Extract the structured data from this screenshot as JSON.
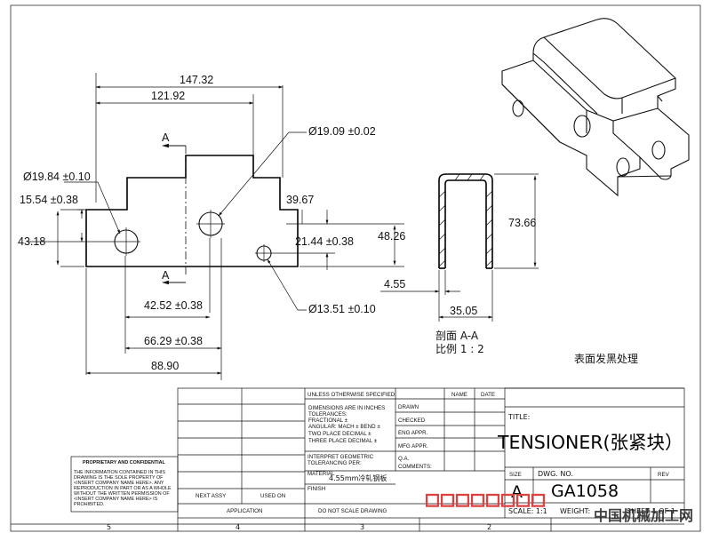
{
  "dimensions": {
    "d147": "147.32",
    "d121": "121.92",
    "hole1": "Ø19.84 ±0.10",
    "d1554": "15.54 ±0.38",
    "d4318": "43.18",
    "hole2": "Ø19.09 ±0.02",
    "d3967": "39.67",
    "d2144": "21.44 ±0.38",
    "d4826": "48.26",
    "hole3": "Ø13.51 ±0.10",
    "d4252": "42.52 ±0.38",
    "d6629": "66.29 ±0.38",
    "d8890": "88.90",
    "section_top": "A",
    "section_bottom": "A",
    "d7366": "73.66",
    "d455": "4.55",
    "d3505": "35.05"
  },
  "section": {
    "label_1": "剖面 A-A",
    "label_2": "比例 1 : 2"
  },
  "surface_note": "表面发黑处理",
  "title_block": {
    "unless_specified": "UNLESS OTHERWISE SPECIFIED:",
    "name": "NAME",
    "date": "DATE",
    "drawn": "DRAWN",
    "checked": "CHECKED",
    "eng_appr": "ENG APPR.",
    "mfg_appr": "MFG APPR.",
    "qa": "Q.A.",
    "comments": "COMMENTS:",
    "tol_1": "DIMENSIONS ARE IN INCHES",
    "tol_2": "TOLERANCES:",
    "tol_3": "FRACTIONAL ±",
    "tol_4": "ANGULAR: MACH ±   BEND ±",
    "tol_5": "TWO PLACE DECIMAL   ±",
    "tol_6": "THREE PLACE DECIMAL  ±",
    "interpret_1": "INTERPRET GEOMETRIC",
    "interpret_2": "TOLERANCING PER:",
    "material_label": "MATERIAL",
    "material_value": "4.55mm冷轧钢板",
    "finish": "FINISH",
    "next_assy": "NEXT ASSY",
    "used_on": "USED ON",
    "application": "APPLICATION",
    "do_not_scale": "DO NOT SCALE DRAWING",
    "title_label": "TITLE:",
    "title_value": "TENSIONER(张紧块）",
    "size_label": "SIZE",
    "size_value": "A",
    "dwg_no_label": "DWG.  NO.",
    "dwg_no_value": "GA1058",
    "rev_label": "REV",
    "scale": "SCALE: 1:1",
    "weight": "WEIGHT:",
    "sheet": "SHEET 1 OF 1",
    "zone_5": "5",
    "zone_4": "4",
    "zone_3": "3",
    "zone_2": "2"
  },
  "proprietary": {
    "heading": "PROPRIETARY AND CONFIDENTIAL",
    "line_1": "THE INFORMATION CONTAINED IN THIS",
    "line_2": "DRAWING IS THE SOLE PROPERTY OF",
    "line_3": "<INSERT COMPANY NAME HERE>.  ANY",
    "line_4": "REPRODUCTION IN PART OR AS A WHOLE",
    "line_5": "WITHOUT THE WRITTEN PERMISSION OF",
    "line_6": "<INSERT COMPANY NAME HERE> IS",
    "line_7": "PROHIBITED."
  },
  "overlay_watermark": "□□□□□□□□",
  "corner_watermark": "中国机械加工网"
}
